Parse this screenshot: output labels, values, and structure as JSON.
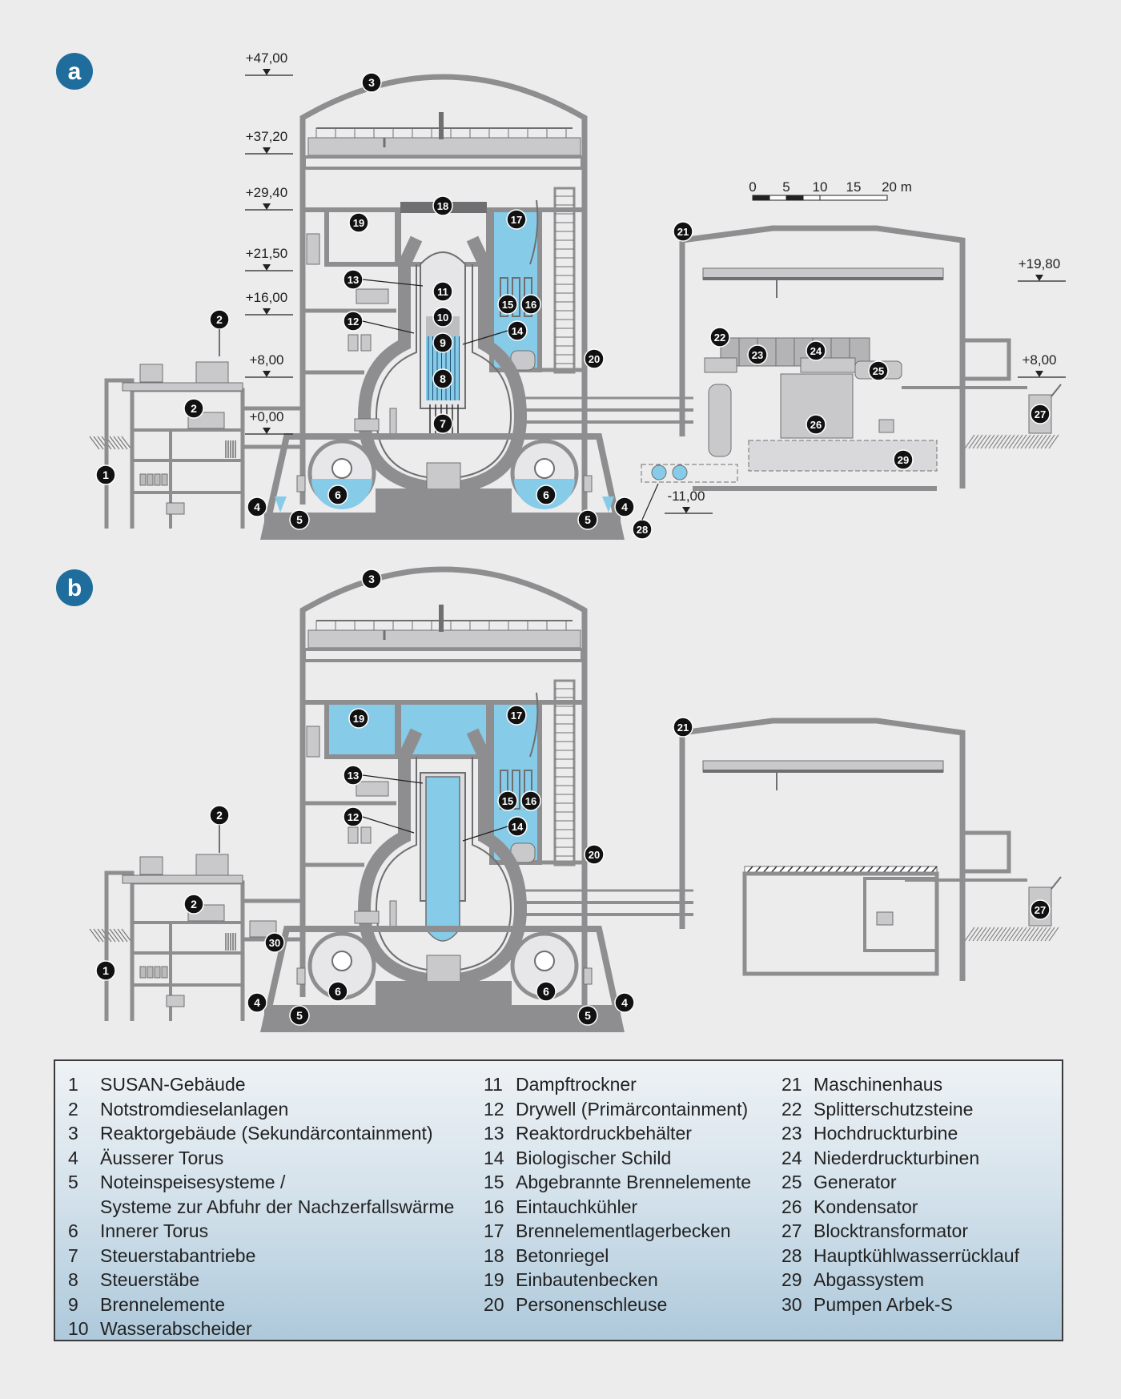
{
  "panels": [
    {
      "letter": "a"
    },
    {
      "letter": "b"
    }
  ],
  "elevations": [
    "+47,00",
    "+37,20",
    "+29,40",
    "+21,50",
    "+16,00",
    "+8,00",
    "+0,00",
    "-11,00",
    "+19,80",
    "+8,00"
  ],
  "scale_bar": {
    "ticks": [
      "0",
      "5",
      "10",
      "15",
      "20 m"
    ]
  },
  "legend": [
    {
      "n": "1",
      "label": "SUSAN-Gebäude"
    },
    {
      "n": "2",
      "label": "Notstromdieselanlagen"
    },
    {
      "n": "3",
      "label": "Reaktorgebäude (Sekundärcontainment)"
    },
    {
      "n": "4",
      "label": "Äusserer Torus"
    },
    {
      "n": "5",
      "label": "Noteinspeisesysteme /",
      "cont": "Systeme zur Abfuhr der Nachzerfallswärme"
    },
    {
      "n": "6",
      "label": "Innerer Torus"
    },
    {
      "n": "7",
      "label": "Steuerstabantriebe"
    },
    {
      "n": "8",
      "label": "Steuerstäbe"
    },
    {
      "n": "9",
      "label": "Brennelemente"
    },
    {
      "n": "10",
      "label": "Wasserabscheider"
    },
    {
      "n": "11",
      "label": "Dampftrockner"
    },
    {
      "n": "12",
      "label": "Drywell (Primärcontainment)"
    },
    {
      "n": "13",
      "label": "Reaktordruckbehälter"
    },
    {
      "n": "14",
      "label": "Biologischer Schild"
    },
    {
      "n": "15",
      "label": "Abgebrannte Brennelemente"
    },
    {
      "n": "16",
      "label": "Eintauchkühler"
    },
    {
      "n": "17",
      "label": "Brennelementlagerbecken"
    },
    {
      "n": "18",
      "label": "Betonriegel"
    },
    {
      "n": "19",
      "label": "Einbautenbecken"
    },
    {
      "n": "20",
      "label": "Personenschleuse"
    },
    {
      "n": "21",
      "label": "Maschinenhaus"
    },
    {
      "n": "22",
      "label": "Splitterschutzsteine"
    },
    {
      "n": "23",
      "label": "Hochdruckturbine"
    },
    {
      "n": "24",
      "label": "Niederdruckturbinen"
    },
    {
      "n": "25",
      "label": "Generator"
    },
    {
      "n": "26",
      "label": "Kondensator"
    },
    {
      "n": "27",
      "label": "Blocktransformator"
    },
    {
      "n": "28",
      "label": "Hauptkühlwasserrücklauf"
    },
    {
      "n": "29",
      "label": "Abgassystem"
    },
    {
      "n": "30",
      "label": "Pumpen Arbek-S"
    }
  ],
  "colors": {
    "wall": "#8e8e90",
    "water": "#86cbe8",
    "badge": "#111111",
    "panel_badge": "#1f6d9c",
    "background": "#ececed"
  }
}
